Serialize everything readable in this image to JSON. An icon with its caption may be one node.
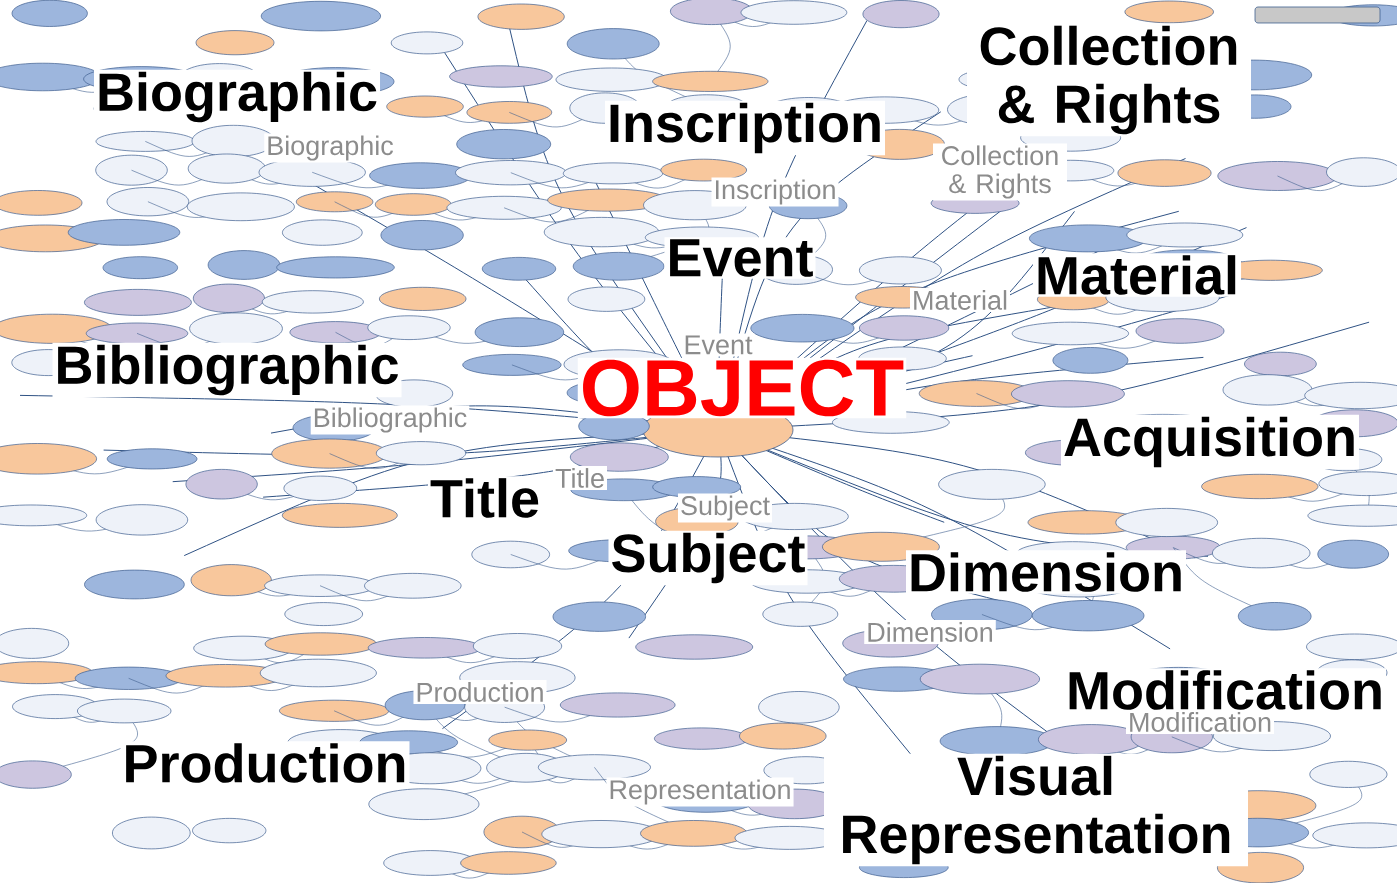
{
  "diagram": {
    "labels": [
      "Collection & Rights",
      "Collection & Rights",
      "Biographic",
      "Inscription",
      "Biographic",
      "Inscription",
      "Event",
      "Material",
      "Material",
      "Event",
      "Bibliographic",
      "OBJECT",
      "Bibliographic",
      "Acquisition",
      "Title",
      "Title",
      "Subject",
      "Subject",
      "Dimension",
      "Dimension",
      "Modification",
      "Production",
      "Modification",
      "Production",
      "Visual Representation",
      "Representation"
    ]
  }
}
